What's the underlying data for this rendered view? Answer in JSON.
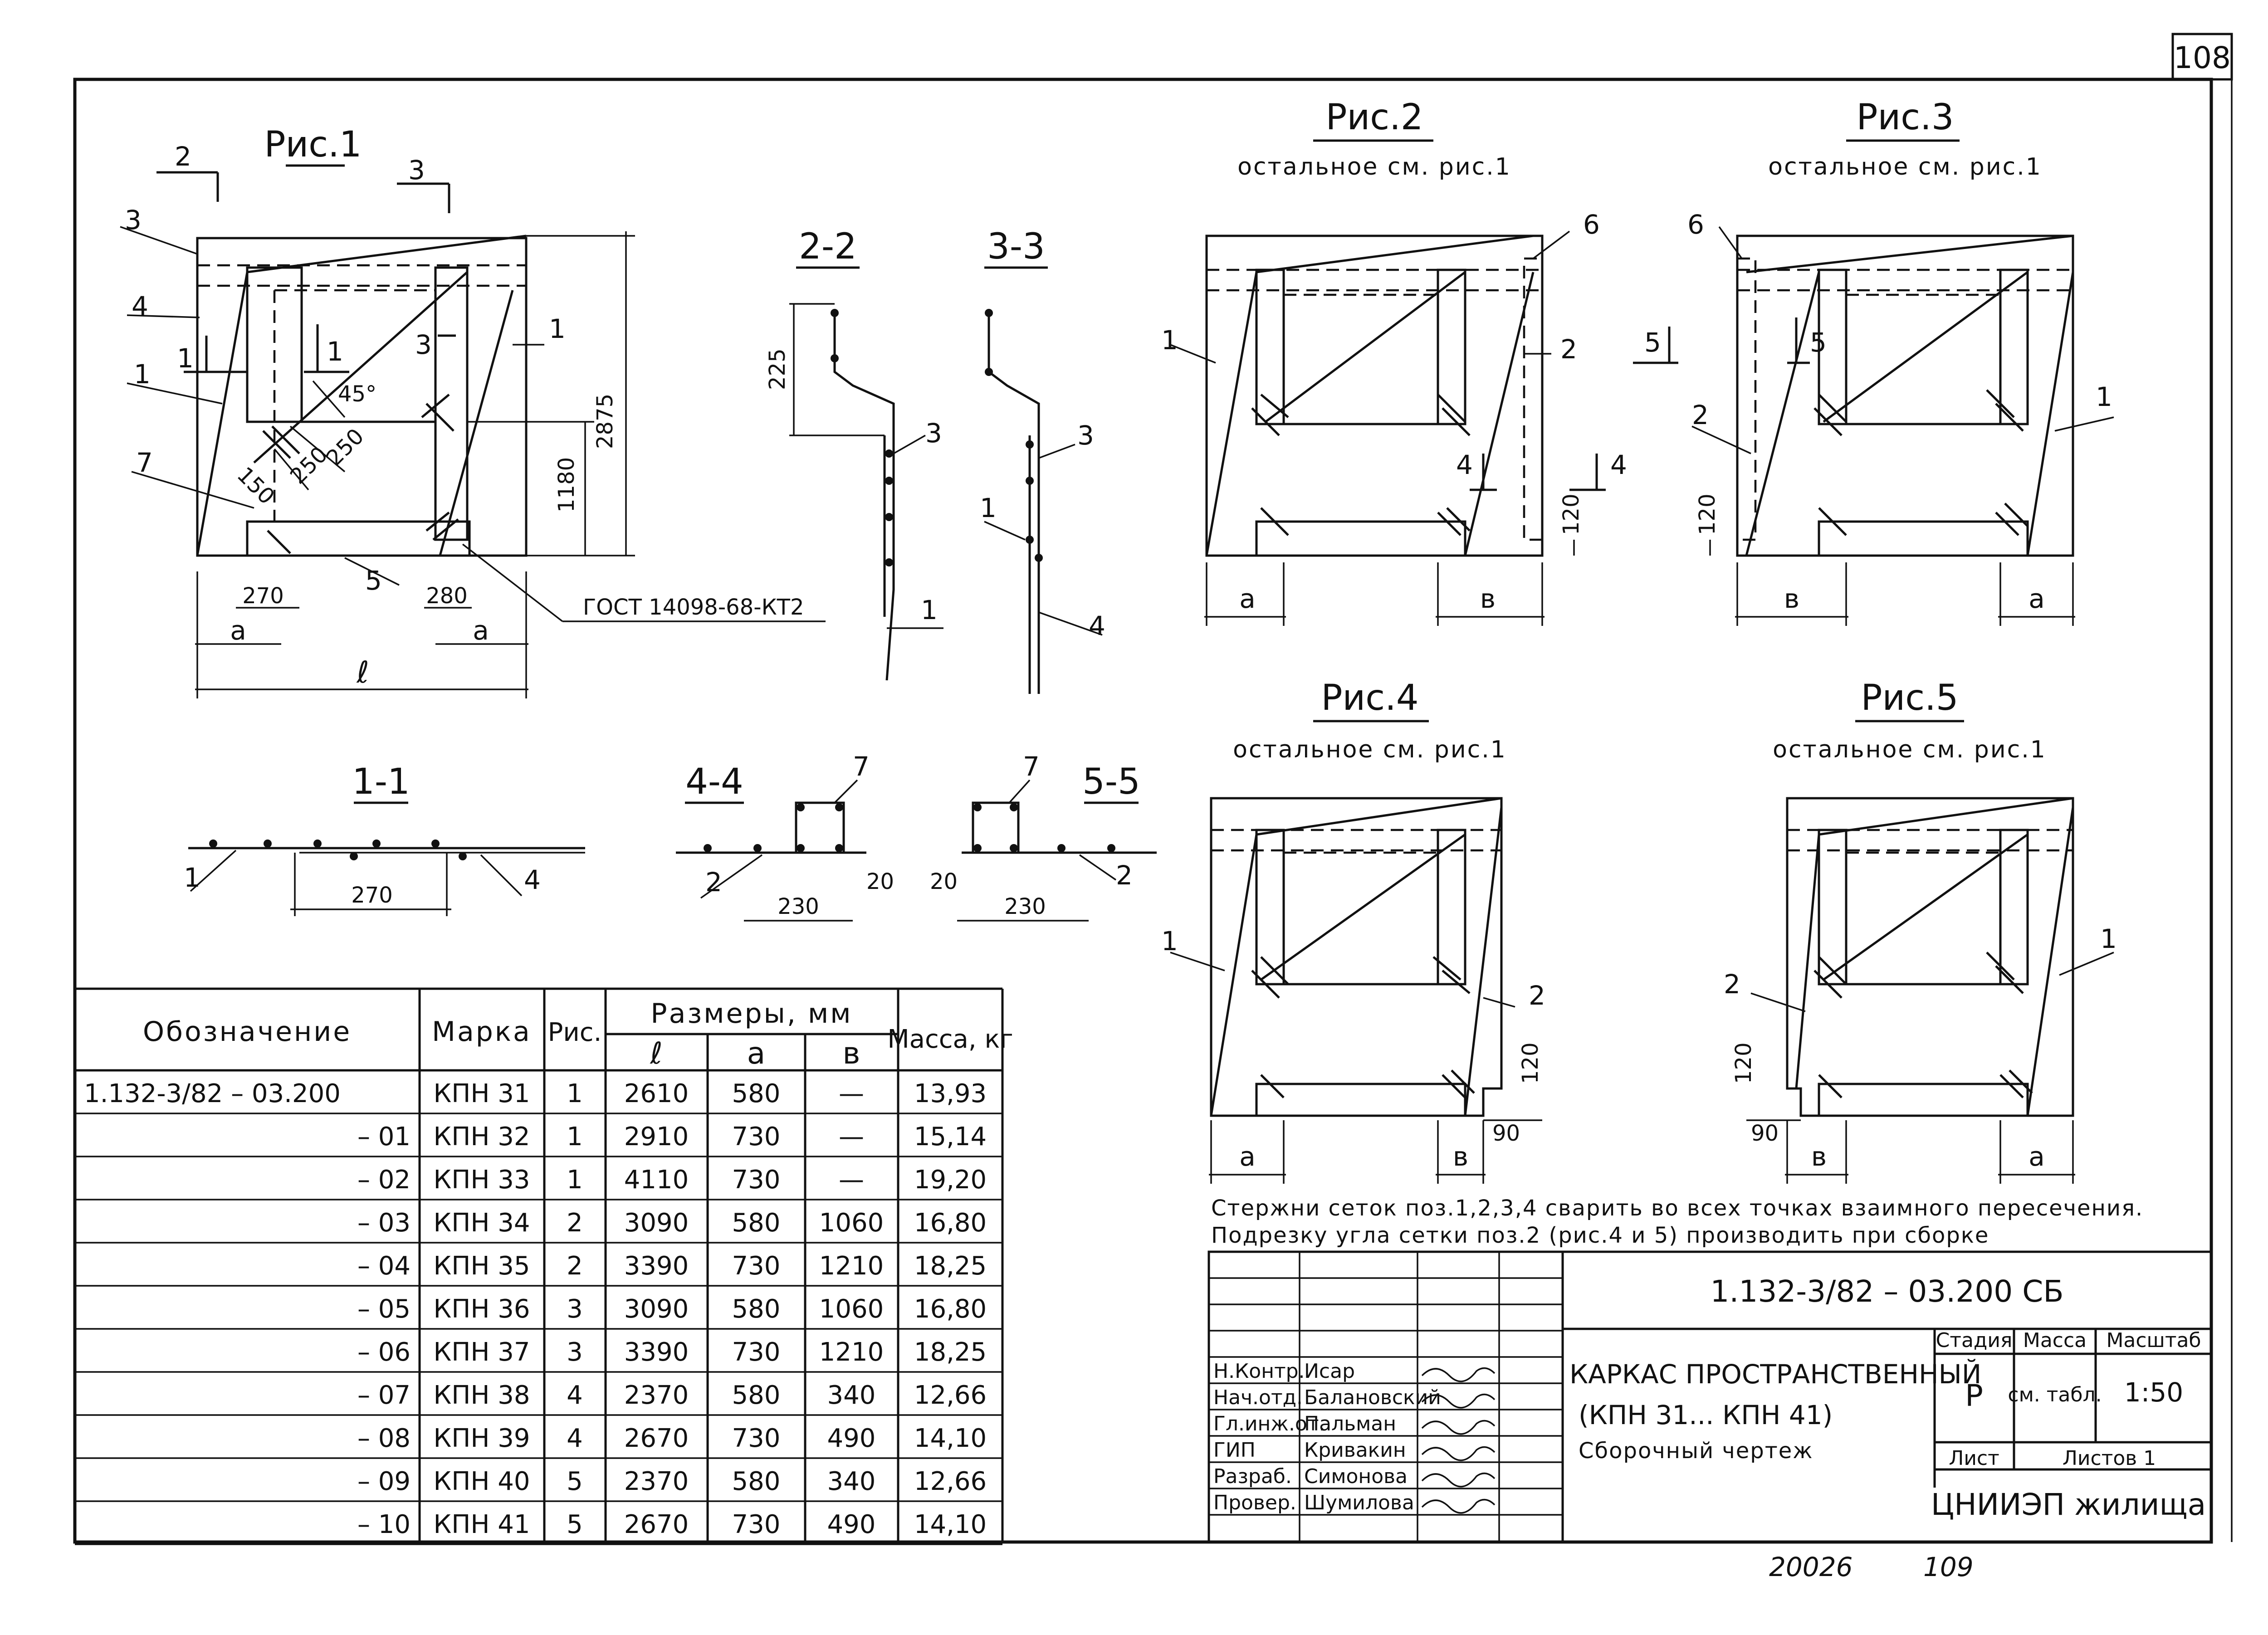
{
  "sheet": {
    "page_number": "108",
    "designation": "1.132-3/82 – 03.200 СБ",
    "title_line1": "КАРКАС ПРОСТРАНСТВЕННЫЙ",
    "title_line2": "(КПН 31... КПН 41)",
    "title_line3": "Сборочный чертеж",
    "org": "ЦНИИЭП жилища",
    "bottom_ref1": "20026",
    "bottom_ref2": "109",
    "gost": "ГОСТ 14098-68-КТ2"
  },
  "stamp": {
    "stage_header": "Стадия",
    "mass_header": "Масса",
    "scale_header": "Масштаб",
    "stage": "Р",
    "mass": "см. табл.",
    "scale": "1:50",
    "sheet_label": "Лист",
    "sheets_label": "Листов 1",
    "roles": [
      {
        "role": "Н.Контр.",
        "name": "Исар"
      },
      {
        "role": "Нач.отд.",
        "name": "Балановский"
      },
      {
        "role": "Гл.инж.от.",
        "name": "Пальман"
      },
      {
        "role": "ГИП",
        "name": "Кривакин"
      },
      {
        "role": "Разраб.",
        "name": "Симонова"
      },
      {
        "role": "Провер.",
        "name": "Шумилова"
      }
    ]
  },
  "figures": {
    "fig1": {
      "title": "Рис.1"
    },
    "fig2": {
      "title": "Рис.2",
      "note": "остальное см. рис.1"
    },
    "fig3": {
      "title": "Рис.3",
      "note": "остальное см. рис.1"
    },
    "fig4": {
      "title": "Рис.4",
      "note": "остальное см. рис.1"
    },
    "fig5": {
      "title": "Рис.5",
      "note": "остальное см. рис.1"
    }
  },
  "sections": {
    "s11": "1-1",
    "s22": "2-2",
    "s33": "3-3",
    "s44": "4-4",
    "s55": "5-5"
  },
  "dims": {
    "d2875": "2875",
    "d1180": "1180",
    "d225": "225",
    "d270": "270",
    "d230": "230",
    "d20": "20",
    "d120": "120",
    "d90": "90",
    "d250": "250",
    "d150": "150",
    "d45": "45°",
    "d270b": "270",
    "d280": "280",
    "a": "a",
    "b": "в",
    "l": "ℓ"
  },
  "notes": {
    "line1": "Стержни сеток поз.1,2,3,4 сварить во всех точках взаимного пересечения.",
    "line2": "Подрезку угла сетки поз.2 (рис.4 и 5) производить при сборке"
  },
  "table": {
    "headers": {
      "designation": "Обозначение",
      "mark": "Марка",
      "fig": "Рис.",
      "sizes": "Размеры, мм",
      "l": "ℓ",
      "a": "а",
      "b": "в",
      "mass": "Масса, кг"
    },
    "rows": [
      {
        "designation": "1.132-3/82 – 03.200",
        "mark": "КПН 31",
        "fig": "1",
        "l": "2610",
        "a": "580",
        "b": "—",
        "mass": "13,93"
      },
      {
        "designation": "– 01",
        "mark": "КПН 32",
        "fig": "1",
        "l": "2910",
        "a": "730",
        "b": "—",
        "mass": "15,14"
      },
      {
        "designation": "– 02",
        "mark": "КПН 33",
        "fig": "1",
        "l": "4110",
        "a": "730",
        "b": "—",
        "mass": "19,20"
      },
      {
        "designation": "– 03",
        "mark": "КПН 34",
        "fig": "2",
        "l": "3090",
        "a": "580",
        "b": "1060",
        "mass": "16,80"
      },
      {
        "designation": "– 04",
        "mark": "КПН 35",
        "fig": "2",
        "l": "3390",
        "a": "730",
        "b": "1210",
        "mass": "18,25"
      },
      {
        "designation": "– 05",
        "mark": "КПН 36",
        "fig": "3",
        "l": "3090",
        "a": "580",
        "b": "1060",
        "mass": "16,80"
      },
      {
        "designation": "– 06",
        "mark": "КПН 37",
        "fig": "3",
        "l": "3390",
        "a": "730",
        "b": "1210",
        "mass": "18,25"
      },
      {
        "designation": "– 07",
        "mark": "КПН 38",
        "fig": "4",
        "l": "2370",
        "a": "580",
        "b": "340",
        "mass": "12,66"
      },
      {
        "designation": "– 08",
        "mark": "КПН 39",
        "fig": "4",
        "l": "2670",
        "a": "730",
        "b": "490",
        "mass": "14,10"
      },
      {
        "designation": "– 09",
        "mark": "КПН 40",
        "fig": "5",
        "l": "2370",
        "a": "580",
        "b": "340",
        "mass": "12,66"
      },
      {
        "designation": "– 10",
        "mark": "КПН 41",
        "fig": "5",
        "l": "2670",
        "a": "730",
        "b": "490",
        "mass": "14,10"
      }
    ]
  }
}
